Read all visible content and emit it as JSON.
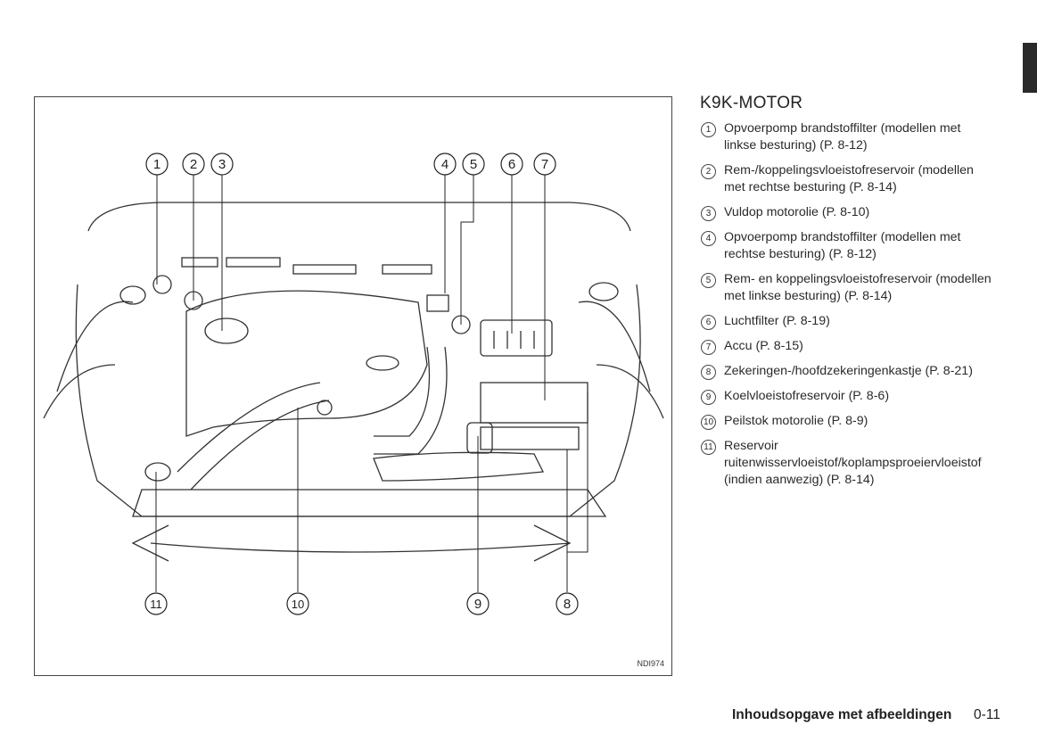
{
  "section_title": "K9K-MOTOR",
  "figure": {
    "code": "NDI974",
    "callouts_top": [
      "1",
      "2",
      "3",
      "4",
      "5",
      "6",
      "7"
    ],
    "callouts_bottom": [
      "11",
      "10",
      "9",
      "8"
    ]
  },
  "legend": [
    {
      "num": "1",
      "text": "Opvoerpomp brandstoffilter (modellen met linkse besturing) (P. 8-12)"
    },
    {
      "num": "2",
      "text": "Rem-/koppelingsvloeistofreservoir (modellen met rechtse besturing (P. 8-14)"
    },
    {
      "num": "3",
      "text": "Vuldop motorolie (P. 8-10)"
    },
    {
      "num": "4",
      "text": "Opvoerpomp brandstoffilter (modellen met rechtse besturing) (P. 8-12)"
    },
    {
      "num": "5",
      "text": "Rem- en koppelingsvloeistofreservoir (modellen met linkse besturing) (P. 8-14)"
    },
    {
      "num": "6",
      "text": "Luchtfilter (P. 8-19)"
    },
    {
      "num": "7",
      "text": "Accu (P. 8-15)"
    },
    {
      "num": "8",
      "text": "Zekeringen-/hoofdzekeringenkastje (P. 8-21)"
    },
    {
      "num": "9",
      "text": "Koelvloeistofreservoir (P. 8-6)"
    },
    {
      "num": "10",
      "text": "Peilstok motorolie (P. 8-9)"
    },
    {
      "num": "11",
      "text": "Reservoir ruitenwisservloeistof/koplampsproeiervloeistof (indien aanwezig) (P. 8-14)"
    }
  ],
  "footer": {
    "title": "Inhoudsopgave met afbeeldingen",
    "page": "0-11"
  }
}
